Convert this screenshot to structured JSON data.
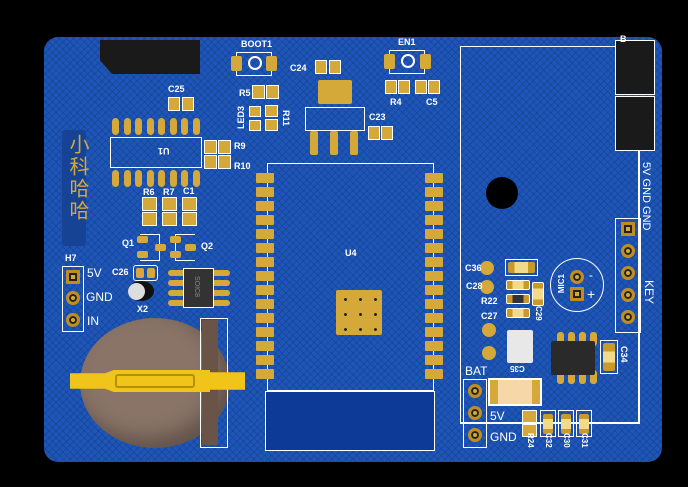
{
  "board": {
    "color": "#1d55b8",
    "silk_color": "#ffffff",
    "pad_color": "#d4a93a"
  },
  "logo_text": "小科哈哈",
  "designators": {
    "boot1": "BOOT1",
    "en1": "EN1",
    "c24": "C24",
    "c25": "C25",
    "r5": "R5",
    "led3": "LED3",
    "r11": "R11",
    "c23": "C23",
    "r4": "R4",
    "c5": "C5",
    "u1": "U1",
    "r9": "R9",
    "r10": "R10",
    "r6": "R6",
    "r7": "R7",
    "c1": "C1",
    "q1": "Q1",
    "q2": "Q2",
    "h7": "H7",
    "c26": "C26",
    "x2": "X2",
    "u4": "U4",
    "c36": "C36",
    "c28": "C28",
    "r22": "R22",
    "c27": "C27",
    "c29": "C29",
    "c35": "C35",
    "mic1": "MIC1",
    "c34": "C34",
    "bat": "BAT",
    "r24": "R24",
    "c32": "C32",
    "c30": "C30",
    "c31": "C31",
    "key": "KEY",
    "top_right": "B"
  },
  "h7_pins": [
    "5V",
    "GND",
    "IN"
  ],
  "bat_pins": [
    "5V",
    "GND"
  ],
  "right_header_label": "5V GND GND",
  "chip_marking": "SOIC8",
  "mic_polarity": [
    "-",
    "+"
  ]
}
